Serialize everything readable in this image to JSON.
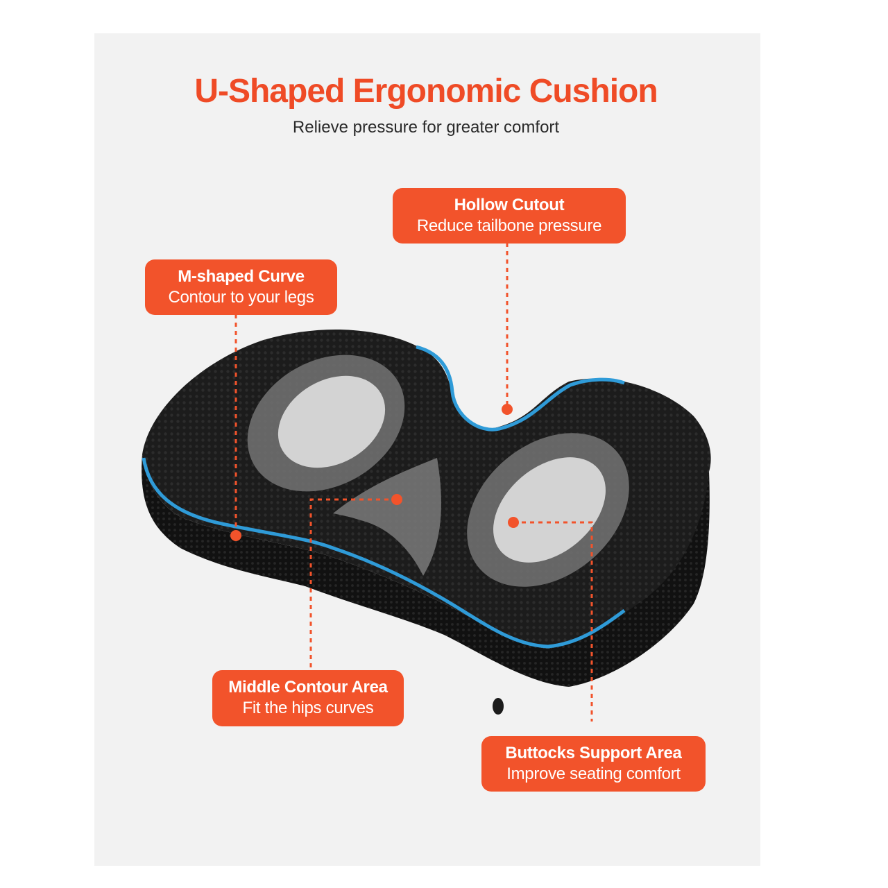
{
  "header": {
    "title": "U-Shaped Ergonomic Cushion",
    "subtitle": "Relieve pressure for greater comfort"
  },
  "colors": {
    "accent": "#f2532b",
    "title": "#ef4b26",
    "cushion": "#1d1d1d",
    "edge_highlight": "#2f9bd8",
    "background_panel": "#f2f2f2"
  },
  "callouts": {
    "hollow": {
      "title": "Hollow Cutout",
      "subtitle": "Reduce tailbone pressure"
    },
    "mcurve": {
      "title": "M-shaped Curve",
      "subtitle": "Contour to your legs"
    },
    "middle": {
      "title": "Middle Contour Area",
      "subtitle": "Fit the hips curves"
    },
    "buttocks": {
      "title": "Buttocks Support Area",
      "subtitle": "Improve seating comfort"
    }
  }
}
